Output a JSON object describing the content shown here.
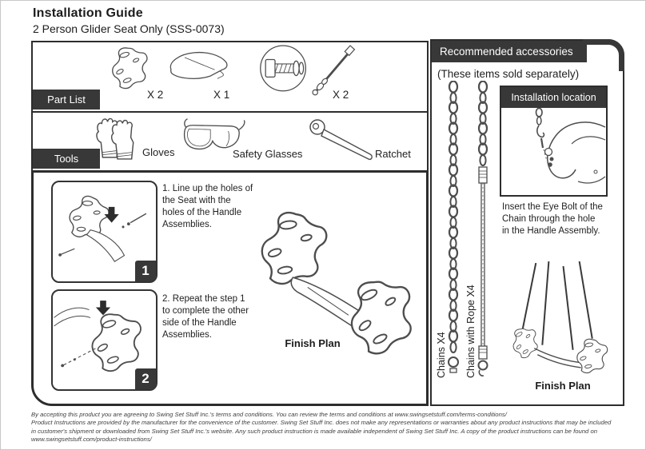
{
  "page": {
    "title": "Installation Guide",
    "subtitle": "2 Person Glider Seat Only (SSS-0073)"
  },
  "part_list": {
    "tab": "Part List",
    "items": [
      {
        "icon": "handle-assembly-bracket",
        "qty": "X 2"
      },
      {
        "icon": "glider-seat",
        "qty": "X 1"
      },
      {
        "icon": "bolt-hardware",
        "qty": "X 2"
      }
    ]
  },
  "tools": {
    "tab": "Tools",
    "items": [
      {
        "icon": "gloves",
        "label": "Gloves"
      },
      {
        "icon": "safety-glasses",
        "label": "Safety Glasses"
      },
      {
        "icon": "ratchet",
        "label": "Ratchet"
      }
    ]
  },
  "steps": {
    "step1": {
      "badge": "1",
      "text": "1. Line up the holes of the Seat with the holes of the Handle Assemblies."
    },
    "step2": {
      "badge": "2",
      "text": "2. Repeat the step 1 to complete the other side of the Handle Assemblies."
    },
    "finish_label": "Finish Plan"
  },
  "accessories": {
    "header": "Recommended accessories",
    "note": "(These items sold separately)",
    "chains_label": "Chains X4",
    "chains_with_rope_label": "Chains with Rope X4",
    "installation_location": {
      "header": "Installation location",
      "caption": "Insert the Eye Bolt of the Chain through the hole in the Handle Assembly."
    },
    "finish_label": "Finish Plan"
  },
  "footer": {
    "lines": [
      "By accepting this product you are agreeing to Swing Set Stuff Inc.'s terms and conditions. You can review the terms and conditions at www.swingsetstuff.com/terms-conditions/",
      "Product Instructions are provided by the manufacturer for the convenience of the customer. Swing Set Stuff Inc. does not make any representations or warranties about any product instructions that may be included",
      "in customer's shipment or downloaded from Swing Set Stuff Inc.'s website. Any such product instruction is made available independent of Swing Set Stuff Inc.  A copy of the product instructions can be found on",
      "www.swingsetstuff.com/product-instructions/"
    ]
  },
  "colors": {
    "dark_bar": "#383838",
    "line_art": "#4d4d4d"
  }
}
